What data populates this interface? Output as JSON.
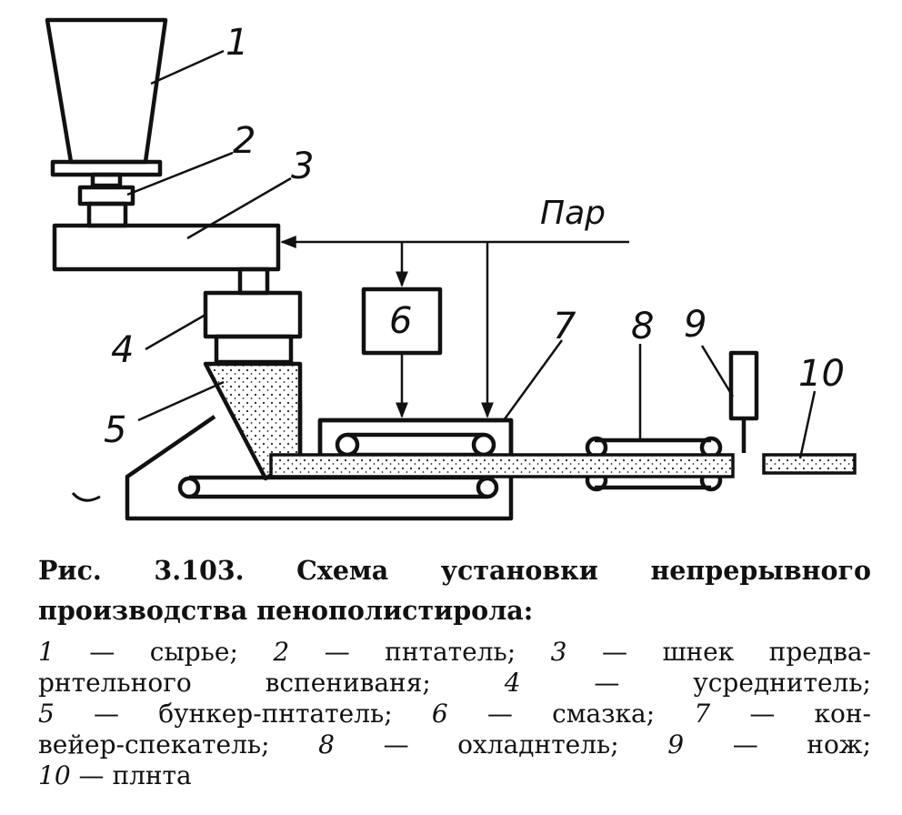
{
  "figure": {
    "labels": {
      "n1": "1",
      "n2": "2",
      "n3": "3",
      "n4": "4",
      "n5": "5",
      "n6": "6",
      "n7": "7",
      "n8": "8",
      "n9": "9",
      "n10": "10",
      "steam": "Пар"
    }
  },
  "caption": {
    "title_line1": "Рис.   3.103.   Схема   установки   непрерывного",
    "title_line2": "производства пенополистирола:",
    "legend": [
      {
        "num": "1",
        "text": " — сырье; "
      },
      {
        "num": "2",
        "text": " — пнтатель; "
      },
      {
        "num": "3",
        "text": " — шнек предва-"
      },
      {
        "num": "",
        "text": "рнтельного   вспениваня;  "
      },
      {
        "num": "4",
        "text": " — усреднитель;"
      },
      {
        "num": "5",
        "text": " — бункер-пнтатель; "
      },
      {
        "num": "6",
        "text": " — смазка; "
      },
      {
        "num": "7",
        "text": " — кон-"
      },
      {
        "num": "",
        "text": "вейер-спекатель;  "
      },
      {
        "num": "8",
        "text": " — охладнтель;  "
      },
      {
        "num": "9",
        "text": " — нож;"
      },
      {
        "num": "10",
        "text": " — плнта"
      }
    ]
  }
}
